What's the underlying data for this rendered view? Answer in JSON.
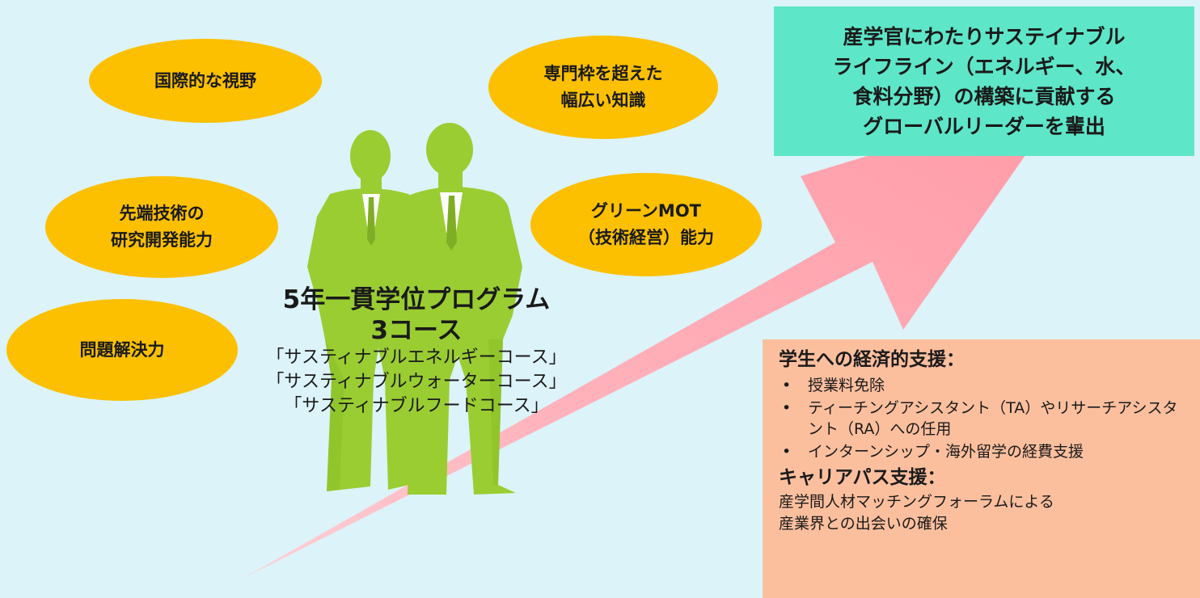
{
  "goal_lines": [
    "産学官にわたりサステイナブル",
    "ライフライン（エネルギー、水、",
    "食料分野）の構築に貢献する",
    "グローバルリーダーを輩出"
  ],
  "bubbles": [
    {
      "lines": [
        "国際的な視野"
      ]
    },
    {
      "lines": [
        "専門枠を超えた",
        "幅広い知識"
      ]
    },
    {
      "lines": [
        "先端技術の",
        "研究開発能力"
      ]
    },
    {
      "lines": [
        "グリーンMOT",
        "（技術経営）能力"
      ]
    },
    {
      "lines": [
        "問題解決力"
      ]
    }
  ],
  "program": {
    "title": "5年一貫学位プログラム",
    "subtitle": "3コース",
    "courses": [
      "「サスティナブルエネルギーコース」",
      "「サスティナブルウォーターコース」",
      "「サスティナブルフードコース」"
    ]
  },
  "support": {
    "financial_heading": "学生への経済的支援：",
    "financial_items": [
      "授業料免除",
      "ティーチングアシスタント（TA）やリサーチアシスタント（RA）への任用",
      "インターンシップ・海外留学の経費支援"
    ],
    "career_heading": "キャリアパス支援：",
    "career_lines": [
      "産学間人材マッチングフォーラムによる",
      "産業界との出会いの確保"
    ]
  },
  "colors": {
    "background": "#dcf3f9",
    "bubble": "#fcc000",
    "goal_box": "#5ee6c8",
    "support_box": "#fcbf9e",
    "arrow": "#ff9da8",
    "silhouette": "#9acd32"
  },
  "icons": {
    "arrow": "growth-arrow",
    "figures": "businessmen-silhouette"
  }
}
